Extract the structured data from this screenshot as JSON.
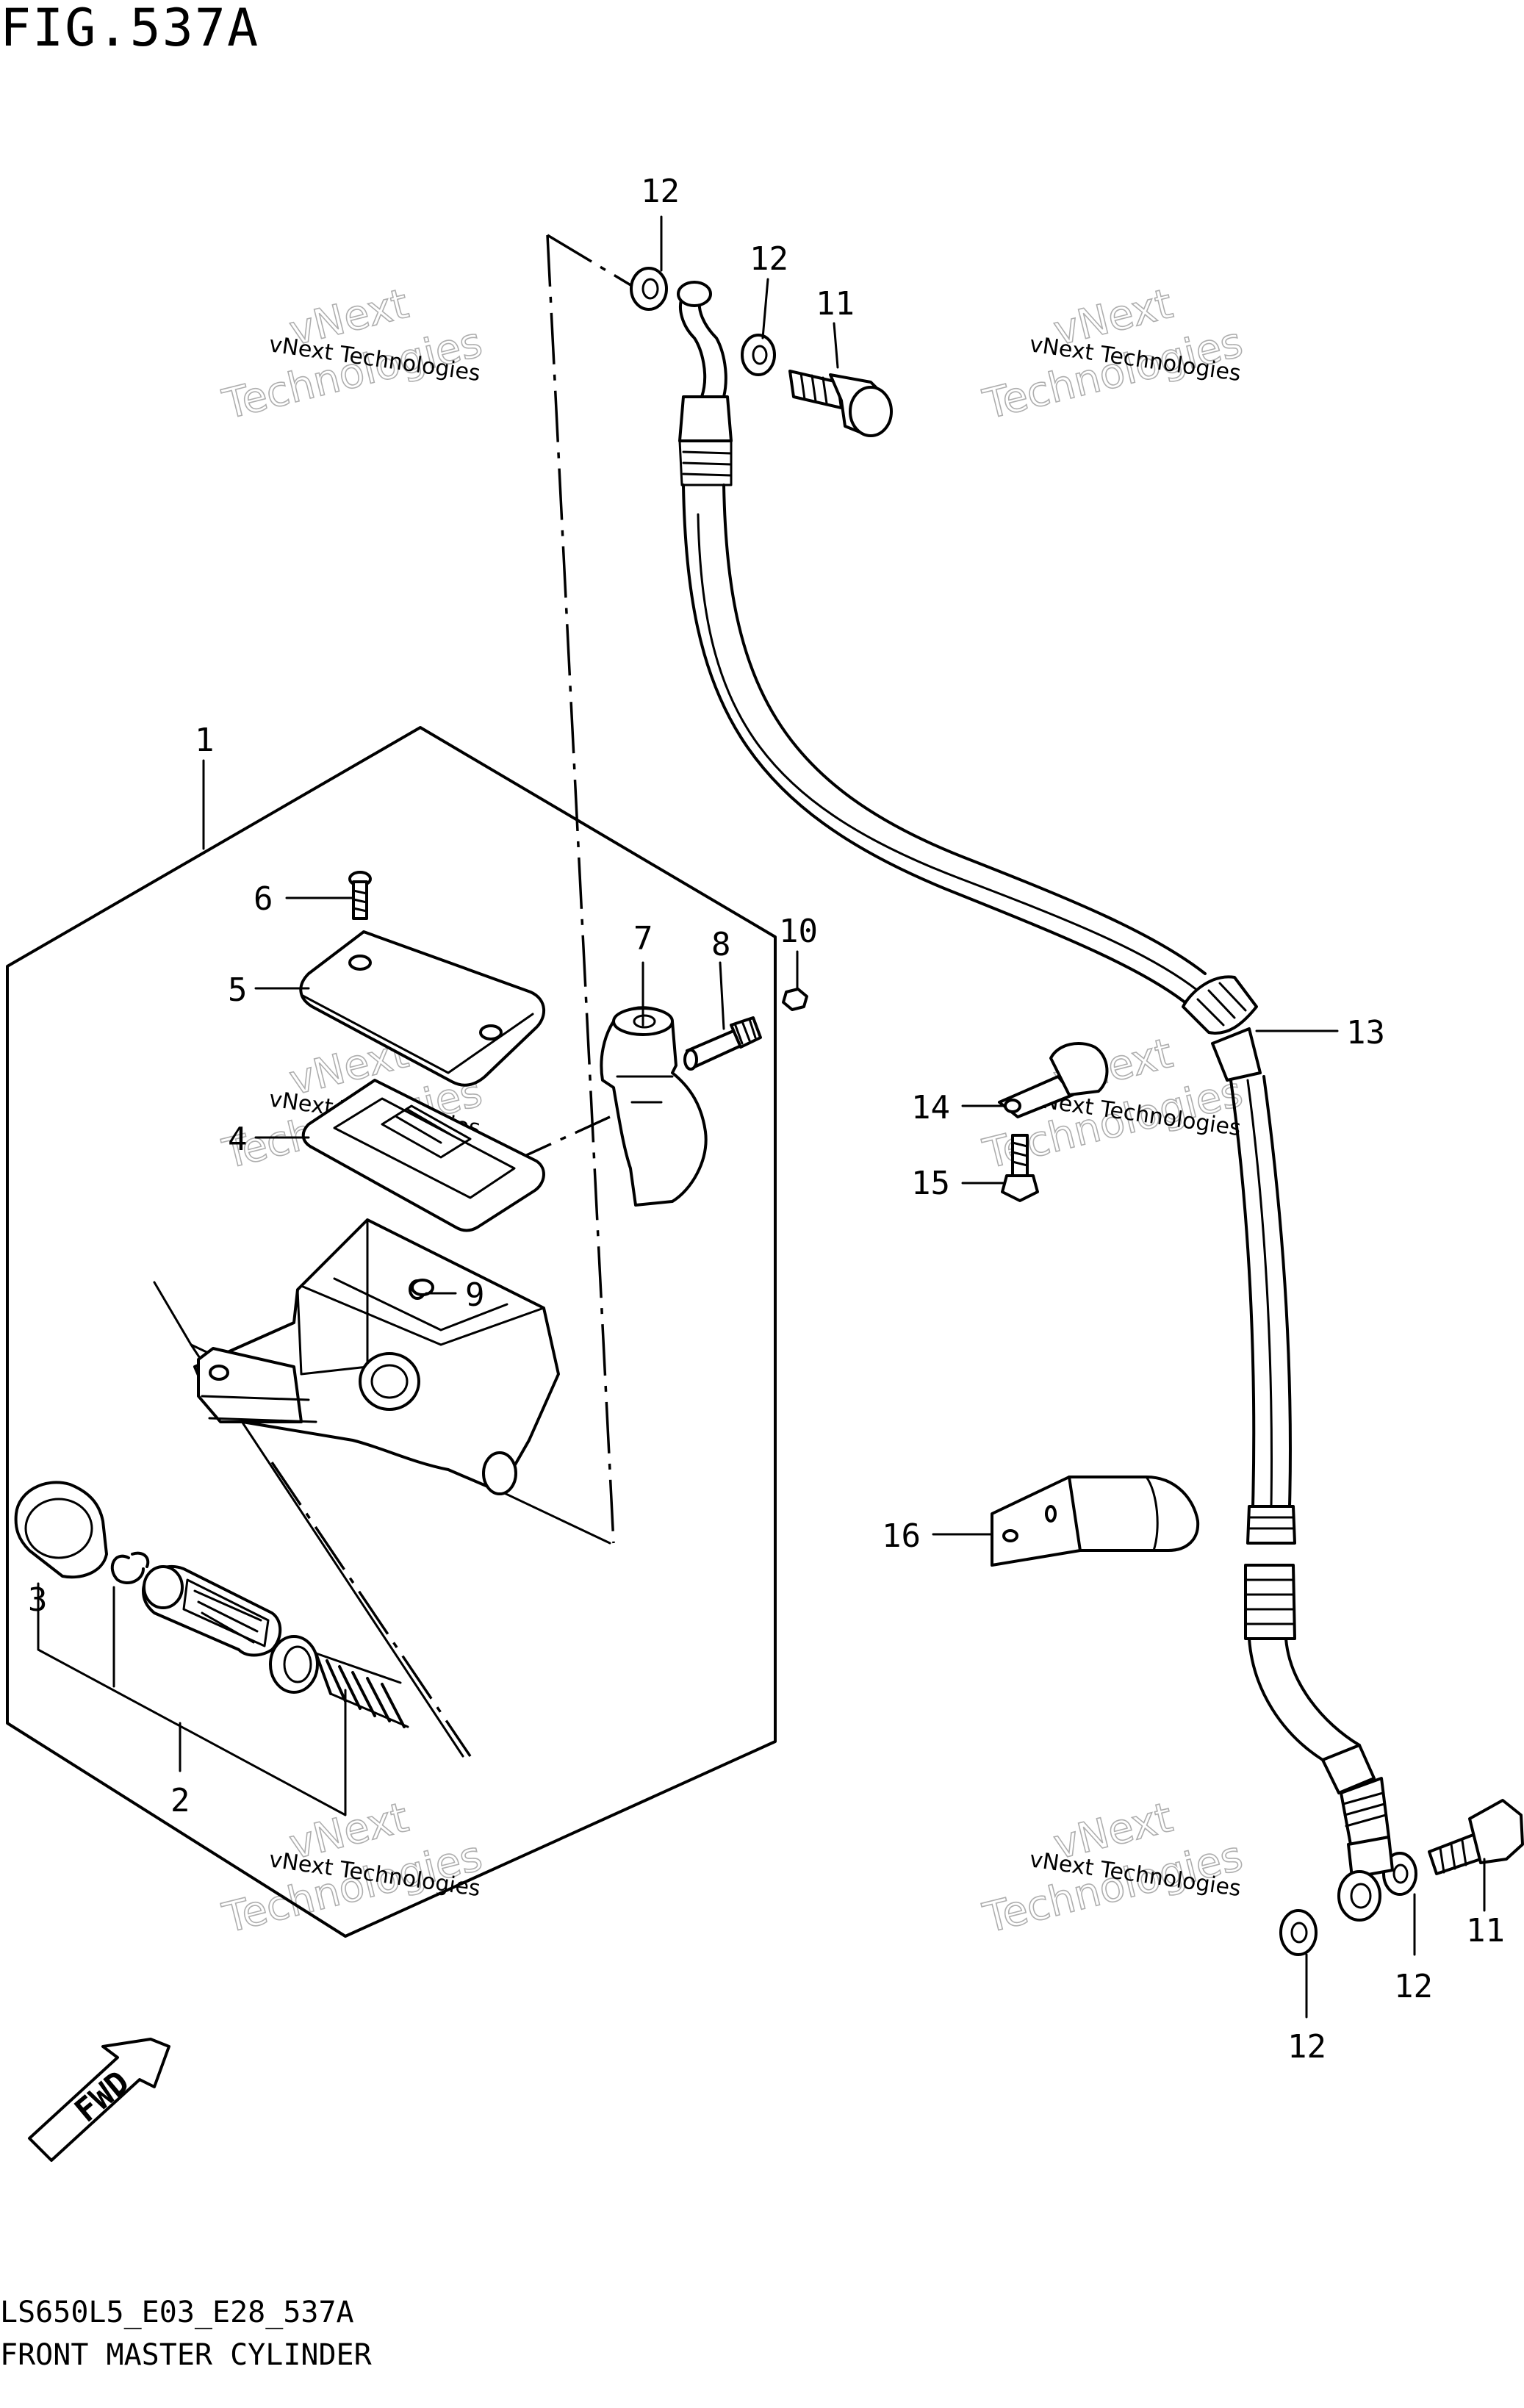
{
  "figure": {
    "title": "FIG.537A",
    "code": "LS650L5_E03_E28_537A",
    "name": "FRONT MASTER CYLINDER"
  },
  "callouts": {
    "c1": "1",
    "c2": "2",
    "c3": "3",
    "c4": "4",
    "c5": "5",
    "c6": "6",
    "c7": "7",
    "c8": "8",
    "c9": "9",
    "c10": "10",
    "c11a": "11",
    "c11b": "11",
    "c12a": "12",
    "c12b": "12",
    "c12c": "12",
    "c12d": "12",
    "c13": "13",
    "c14": "14",
    "c15": "15",
    "c16": "16"
  },
  "watermark": {
    "line1": "vNext Technologies",
    "line2": "vNext",
    "line3": "Technologies"
  },
  "fwd_label": "FWD"
}
